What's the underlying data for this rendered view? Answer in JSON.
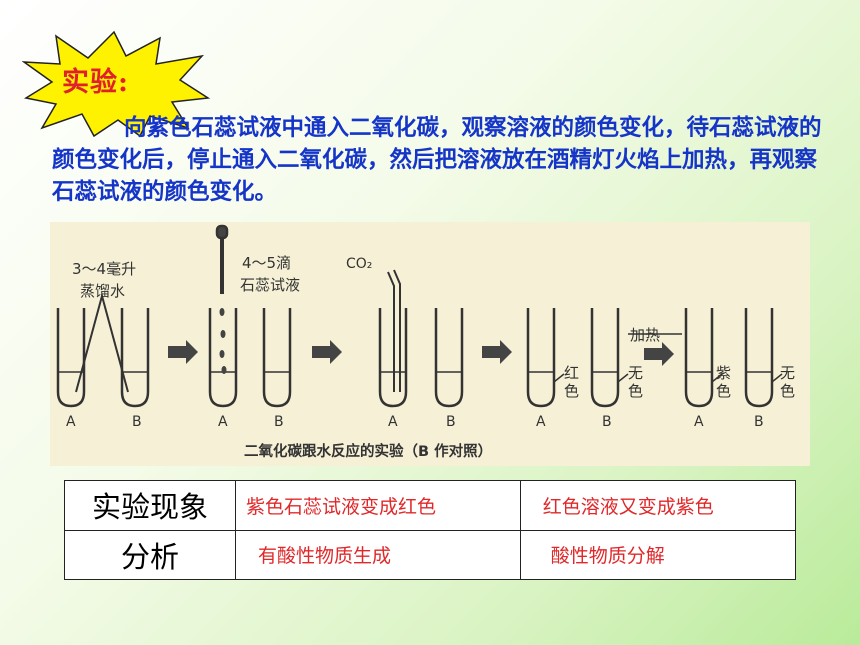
{
  "badge": {
    "label": "实验:"
  },
  "intro": "向紫色石蕊试液中通入二氧化碳，观察溶液的颜色变化，待石蕊试液的颜色变化后，停止通入二氧化碳，然后把溶液放在酒精灯火焰上加热，再观察石蕊试液的颜色变化。",
  "figure": {
    "step1_amount": "3～4毫升",
    "step1_liquid": "蒸馏水",
    "step2_amount": "4～5滴",
    "step2_liquid": "石蕊试液",
    "gas": "CO₂",
    "heat": "加热",
    "red_a": "红",
    "red_b": "色",
    "none1_a": "无",
    "none1_b": "色",
    "purple_a": "紫",
    "purple_b": "色",
    "none2_a": "无",
    "none2_b": "色",
    "tube_a": "A",
    "tube_b": "B",
    "caption": "二氧化碳跟水反应的实验（B 作对照）"
  },
  "table": {
    "rows": [
      {
        "header": "实验现象",
        "col1": "紫色石蕊试液变成红色",
        "col2": "红色溶液又变成紫色"
      },
      {
        "header": "分析",
        "col1": "有酸性物质生成",
        "col2": "酸性物质分解"
      }
    ]
  },
  "colors": {
    "accent_red": "#e0202a",
    "text_blue": "#1535c8",
    "burst_yellow": "#fff200"
  }
}
